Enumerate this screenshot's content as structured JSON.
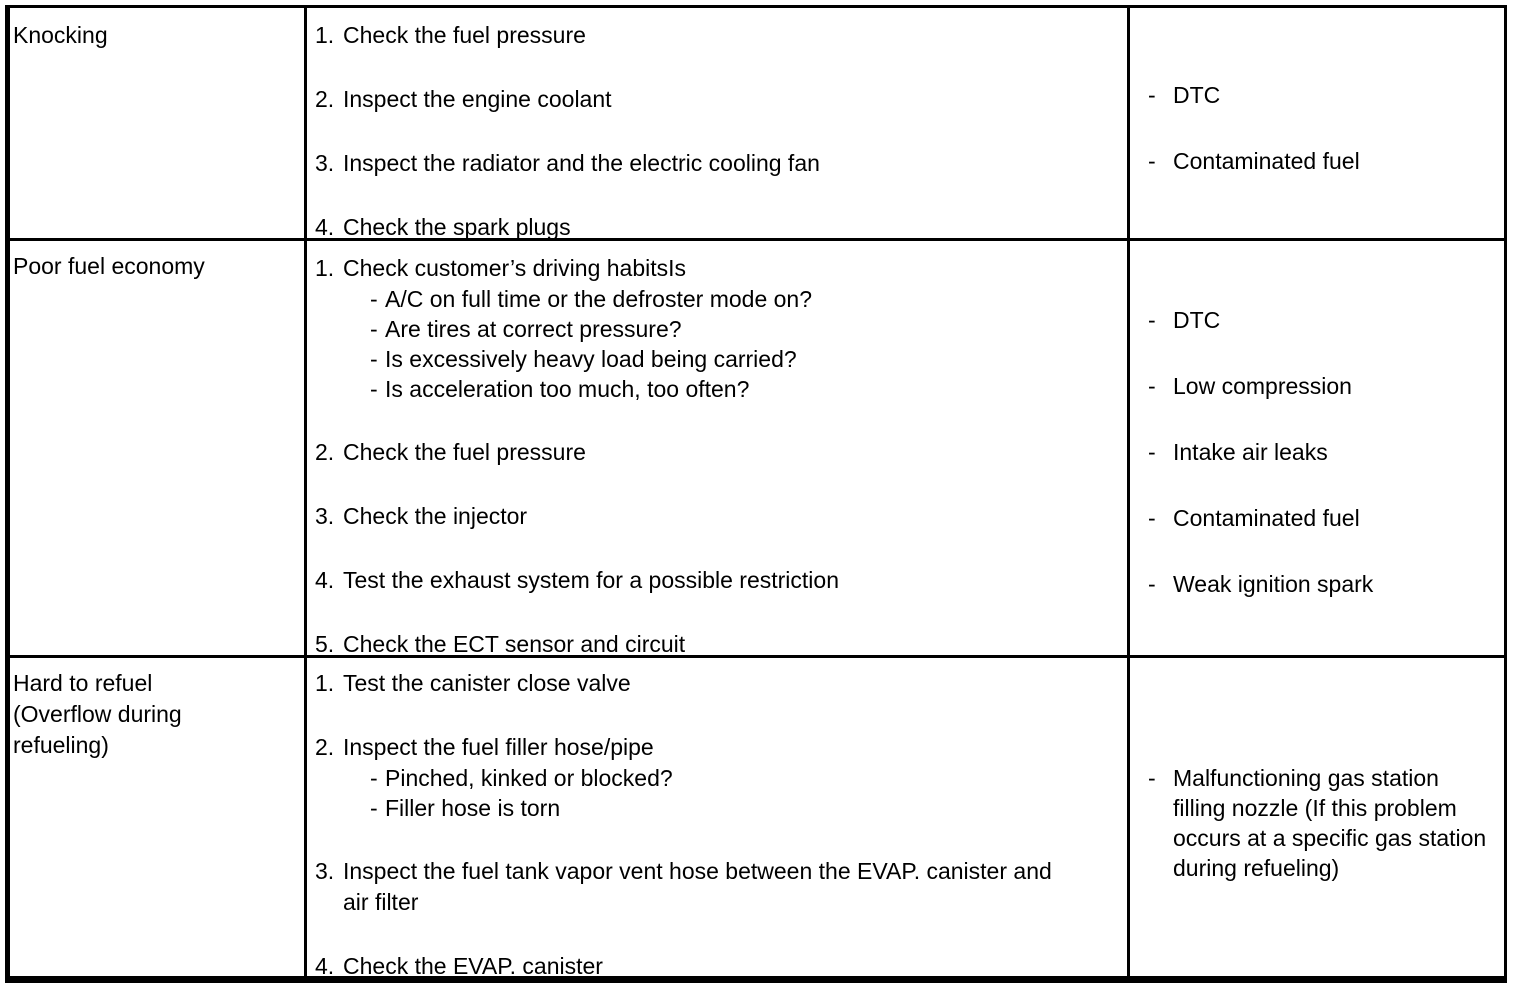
{
  "colors": {
    "text": "#000000",
    "background": "#ffffff",
    "border": "#000000"
  },
  "table": {
    "rows": [
      {
        "symptom": [
          "Knocking"
        ],
        "steps": [
          {
            "num": "1.",
            "text": [
              "Check the fuel pressure"
            ],
            "subs": []
          },
          {
            "num": "2.",
            "text": [
              "Inspect the engine coolant"
            ],
            "subs": []
          },
          {
            "num": "3.",
            "text": [
              "Inspect the radiator and the electric cooling fan"
            ],
            "subs": []
          },
          {
            "num": "4.",
            "text": [
              "Check the spark plugs"
            ],
            "subs": []
          }
        ],
        "causes": [
          {
            "dash": "-",
            "text": [
              "DTC"
            ]
          },
          {
            "dash": "-",
            "text": [
              "Contaminated fuel"
            ]
          }
        ]
      },
      {
        "symptom": [
          "Poor fuel economy"
        ],
        "steps": [
          {
            "num": "1.",
            "text": [
              "Check customer’s driving habitsIs"
            ],
            "subs": [
              {
                "dash": "-",
                "text": [
                  "A/C on full time or the defroster mode on?"
                ]
              },
              {
                "dash": "-",
                "text": [
                  "Are tires at correct pressure?"
                ]
              },
              {
                "dash": "-",
                "text": [
                  "Is excessively heavy load being carried?"
                ]
              },
              {
                "dash": "-",
                "text": [
                  "Is acceleration too much, too often?"
                ]
              }
            ]
          },
          {
            "num": "2.",
            "text": [
              "Check the fuel pressure"
            ],
            "subs": []
          },
          {
            "num": "3.",
            "text": [
              "Check the injector"
            ],
            "subs": []
          },
          {
            "num": "4.",
            "text": [
              "Test the exhaust system for a possible restriction"
            ],
            "subs": []
          },
          {
            "num": "5.",
            "text": [
              "Check the ECT sensor and circuit"
            ],
            "subs": []
          }
        ],
        "causes": [
          {
            "dash": "-",
            "text": [
              "DTC"
            ]
          },
          {
            "dash": "-",
            "text": [
              "Low compression"
            ]
          },
          {
            "dash": "-",
            "text": [
              "Intake air leaks"
            ]
          },
          {
            "dash": "-",
            "text": [
              "Contaminated fuel"
            ]
          },
          {
            "dash": "-",
            "text": [
              "Weak ignition spark"
            ]
          }
        ]
      },
      {
        "symptom": [
          "Hard to refuel",
          "(Overflow during",
          "refueling)"
        ],
        "steps": [
          {
            "num": "1.",
            "text": [
              "Test the canister close valve"
            ],
            "subs": []
          },
          {
            "num": "2.",
            "text": [
              "Inspect the fuel filler hose/pipe"
            ],
            "subs": [
              {
                "dash": "-",
                "text": [
                  "Pinched, kinked or blocked?"
                ]
              },
              {
                "dash": "-",
                "text": [
                  "Filler hose is torn"
                ]
              }
            ]
          },
          {
            "num": "3.",
            "text": [
              "Inspect the fuel tank vapor vent hose between the EVAP. canister and",
              "air filter"
            ],
            "subs": []
          },
          {
            "num": "4.",
            "text": [
              "Check the EVAP. canister"
            ],
            "subs": []
          }
        ],
        "causes": [
          {
            "dash": "-",
            "text": [
              "Malfunctioning gas station",
              "filling nozzle (If this problem",
              "occurs at a specific gas station",
              "during refueling)"
            ]
          }
        ]
      }
    ]
  }
}
